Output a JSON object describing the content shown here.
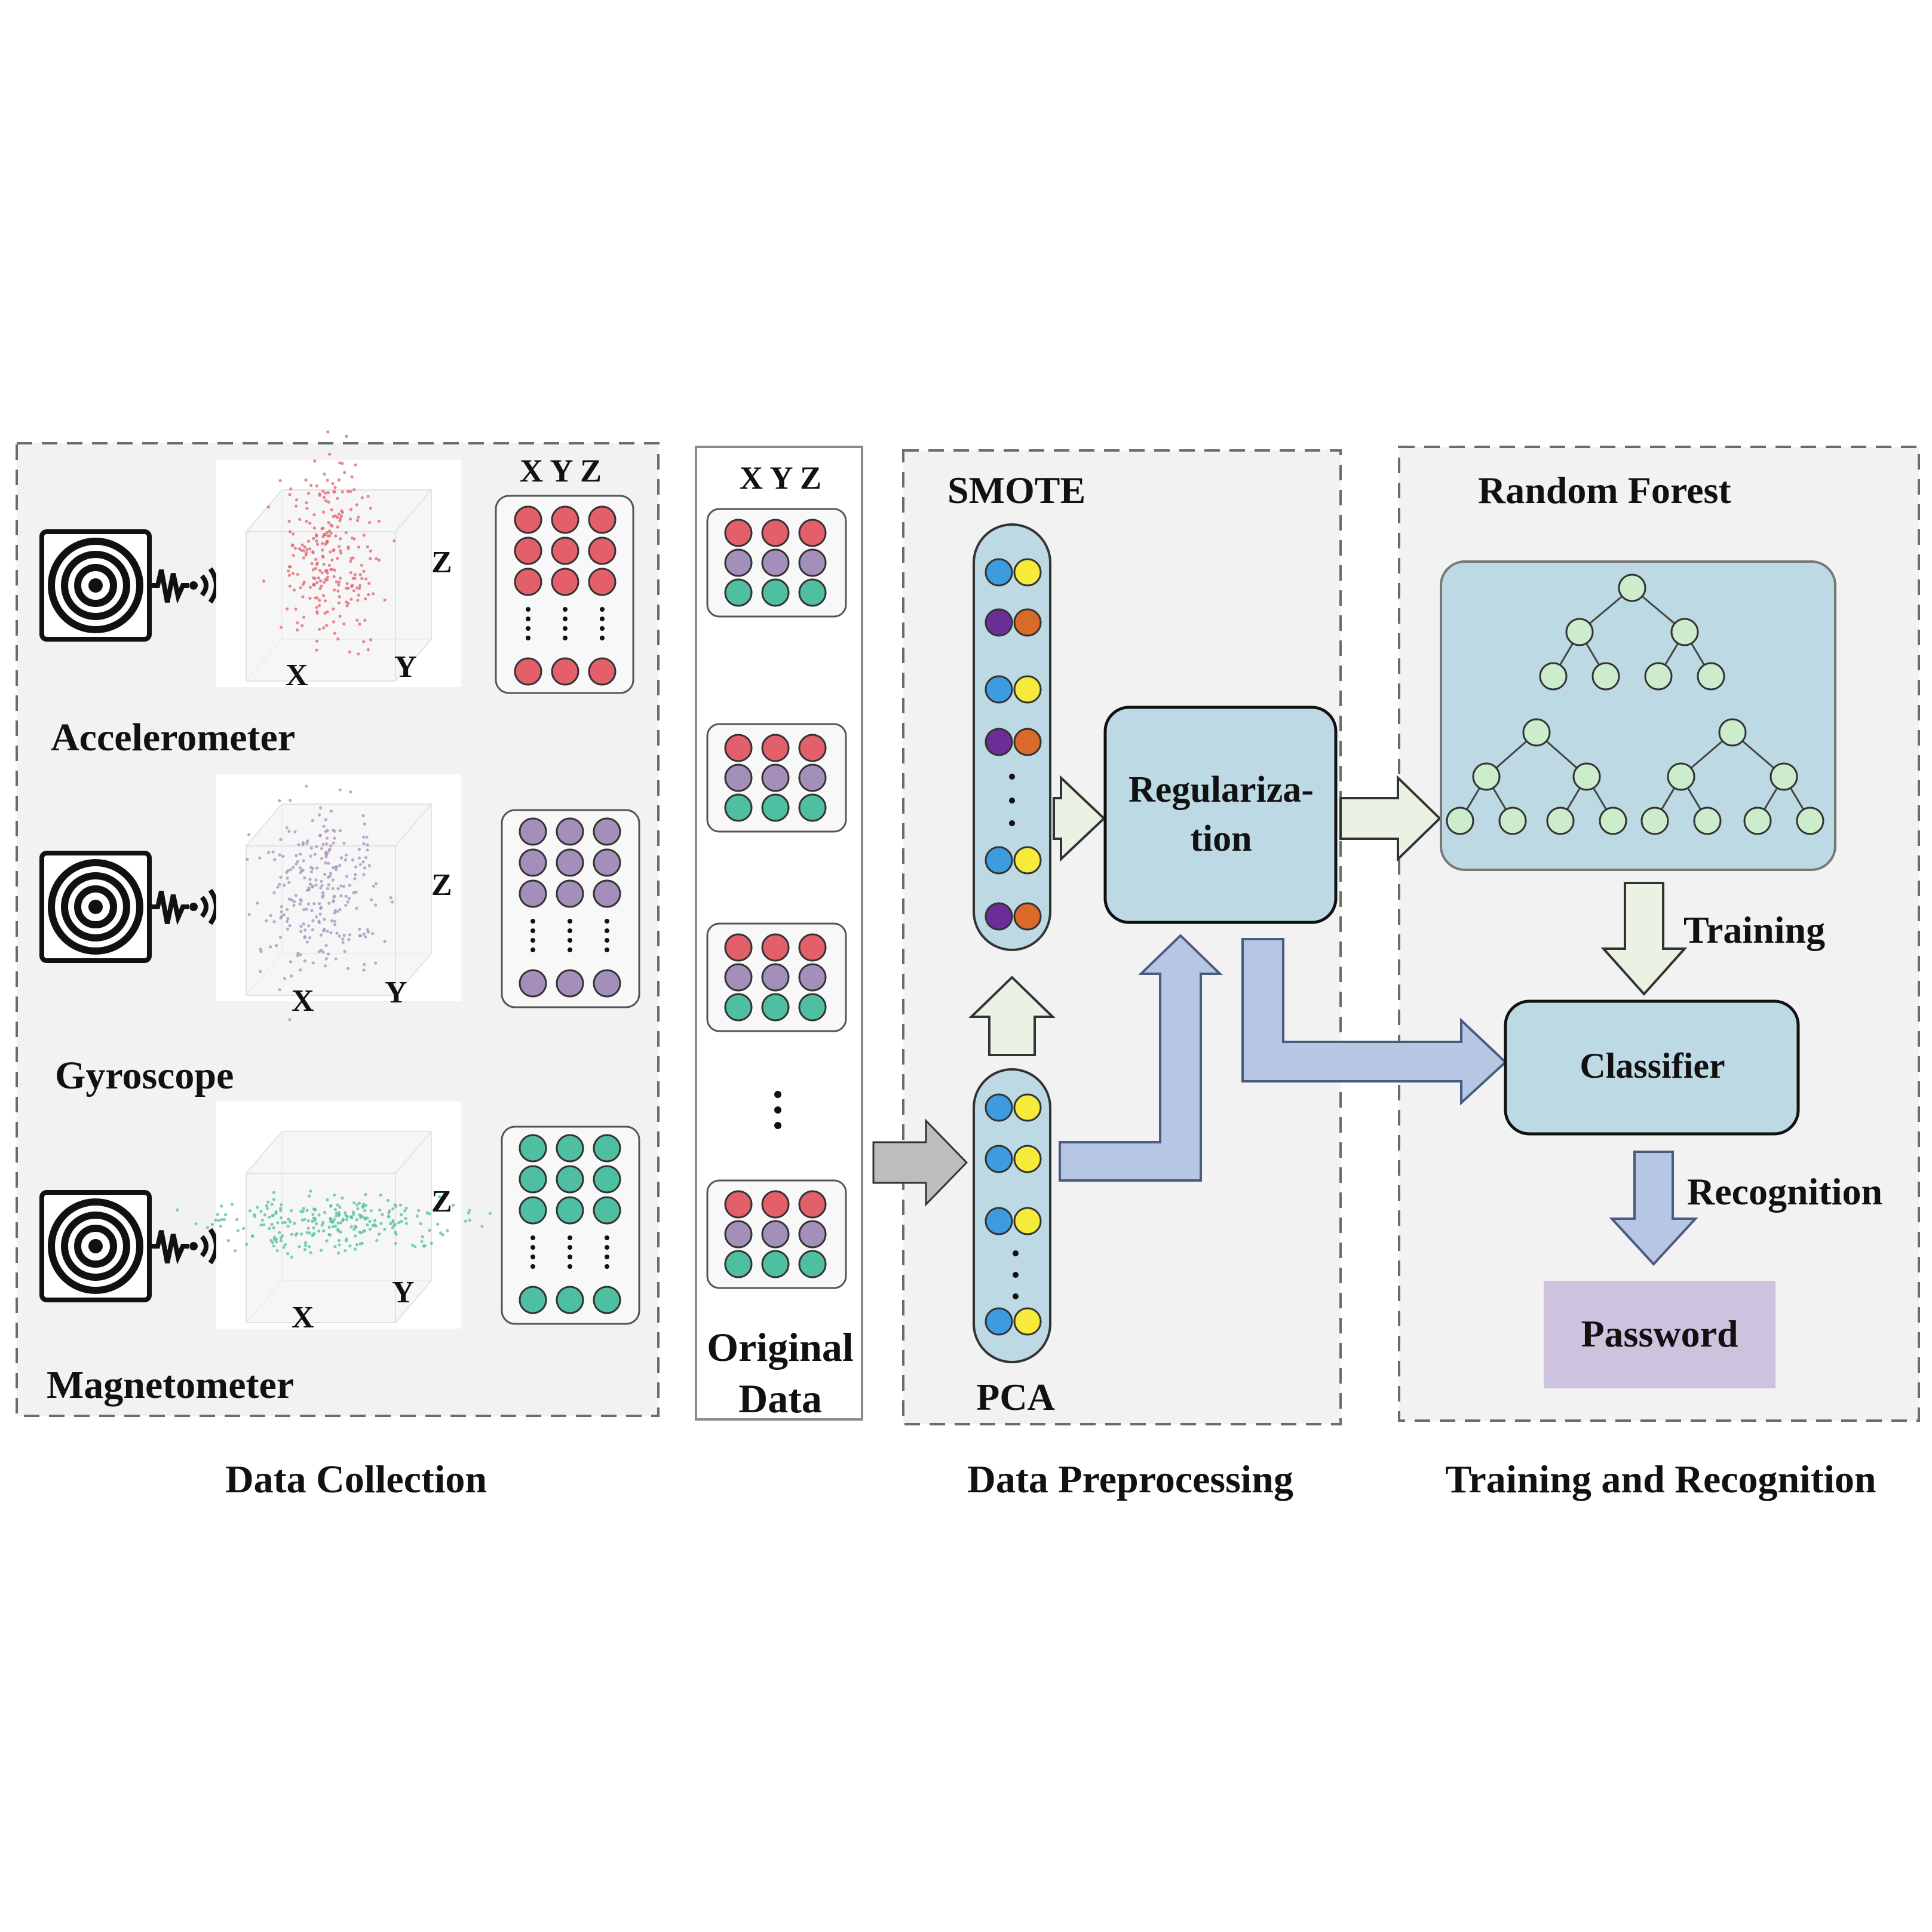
{
  "sections": {
    "collection_title": "Data Collection",
    "preprocessing_title": "Data Preprocessing",
    "training_title": "Training and Recognition"
  },
  "sensors": [
    {
      "name": "Accelerometer",
      "color": "#e3606a",
      "axis_x": "X",
      "axis_y": "Y",
      "axis_z": "Z"
    },
    {
      "name": "Gyroscope",
      "color": "#a48fbb",
      "axis_x": "X",
      "axis_y": "Y",
      "axis_z": "Z"
    },
    {
      "name": "Magnetometer",
      "color": "#4fbfa2",
      "axis_x": "X",
      "axis_y": "Y",
      "axis_z": "Z"
    }
  ],
  "xyz_header": "X Y Z",
  "original_data": {
    "header": "X Y Z",
    "label_line1": "Original",
    "label_line2": "Data",
    "row_colors": [
      "#e3606a",
      "#a48fbb",
      "#4fbfa2"
    ]
  },
  "preprocessing": {
    "smote_label": "SMOTE",
    "pca_label": "PCA",
    "regularization_line1": "Regulariza-",
    "regularization_line2": "tion",
    "pair_colors": {
      "blue": "#3d9be0",
      "yellow": "#f6ea3b",
      "purple": "#6a2e96",
      "orange": "#d96a2a"
    }
  },
  "training": {
    "random_forest_label": "Random Forest",
    "training_label": "Training",
    "classifier_label": "Classifier",
    "recognition_label": "Recognition",
    "password_label": "Password"
  },
  "colors": {
    "panel_fill": "#f2f2f2",
    "box_fill": "#bcd9e4",
    "tree_node": "#cdeccb",
    "light_arrow": "#eaf3e3",
    "blue_arrow": "#b6c6e3",
    "gray_arrow": "#bdbdbd",
    "password_fill": "#cdc3de"
  }
}
